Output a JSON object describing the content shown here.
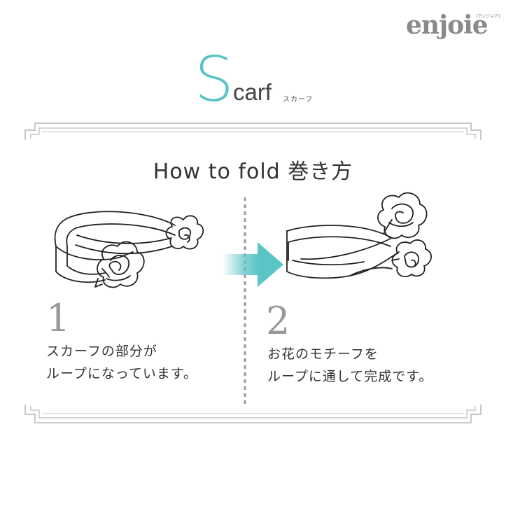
{
  "brand": {
    "logo_text": "enjoie",
    "logo_kana": "(アンジョア)"
  },
  "title": {
    "initial": "S",
    "rest": "carf",
    "kana": "スカーフ"
  },
  "heading": "How to fold 巻き方",
  "steps": [
    {
      "number": "1",
      "text": "スカーフの部分が\nループになっています。"
    },
    {
      "number": "2",
      "text": "お花のモチーフを\nループに通して完成です。"
    }
  ],
  "colors": {
    "accent": "#5bc4c6",
    "frame": "#c8c8c8",
    "divider": "#9a9a9a"
  },
  "icons": [
    "scarf-loop-illustration",
    "scarf-threaded-illustration",
    "arrow-right-icon"
  ]
}
